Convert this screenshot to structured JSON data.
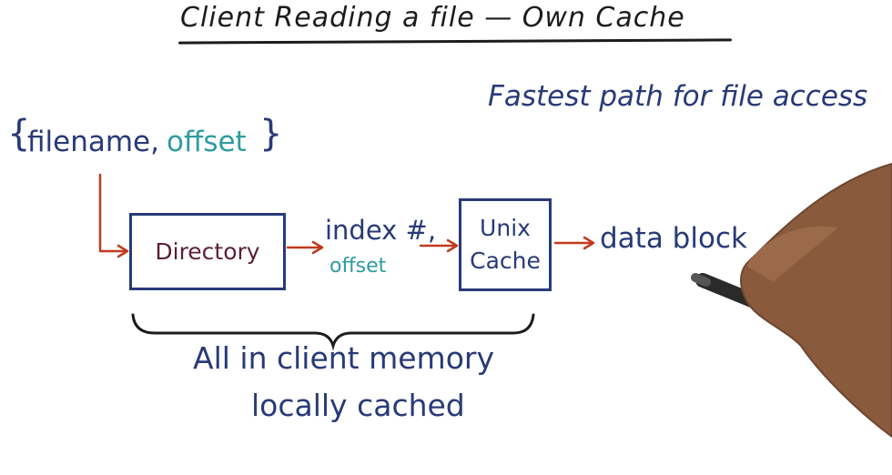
{
  "title": "Client Reading a file — Own Cache",
  "note": "Fastest path for file access",
  "input": {
    "open": "{",
    "filename": "filename,",
    "offset": "offset",
    "close": "}"
  },
  "directory_box": {
    "label": "Directory"
  },
  "index": {
    "label": "index #,",
    "offset": "offset"
  },
  "unix_cache_box": {
    "line1": "Unix",
    "line2": "Cache"
  },
  "output": {
    "label": "data block"
  },
  "summary": {
    "line1": "All in client memory",
    "line2": "locally cached"
  },
  "colors": {
    "navy": "#283a78",
    "teal": "#2f9ba0",
    "arrow": "#c23a1e",
    "maroon": "#5e1f34",
    "dark": "#1c1c1c",
    "skin": "#8a5a3c"
  }
}
